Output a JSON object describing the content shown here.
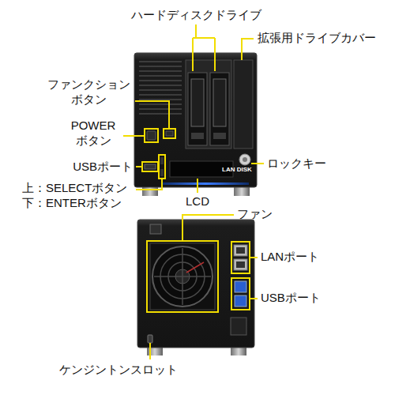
{
  "diagram": {
    "labels": [
      "ハードディスクドライブ",
      "拡張用ドライブカバー",
      "ファンクション ボタン",
      "POWER ボタン",
      "ロックキー",
      "USBポート",
      "上：SELECTボタン",
      "下：ENTERボタン",
      "LCD",
      "ファン",
      "LANポート",
      "USBポート",
      "ケンジントンスロット",
      "LAN DISK"
    ]
  }
}
